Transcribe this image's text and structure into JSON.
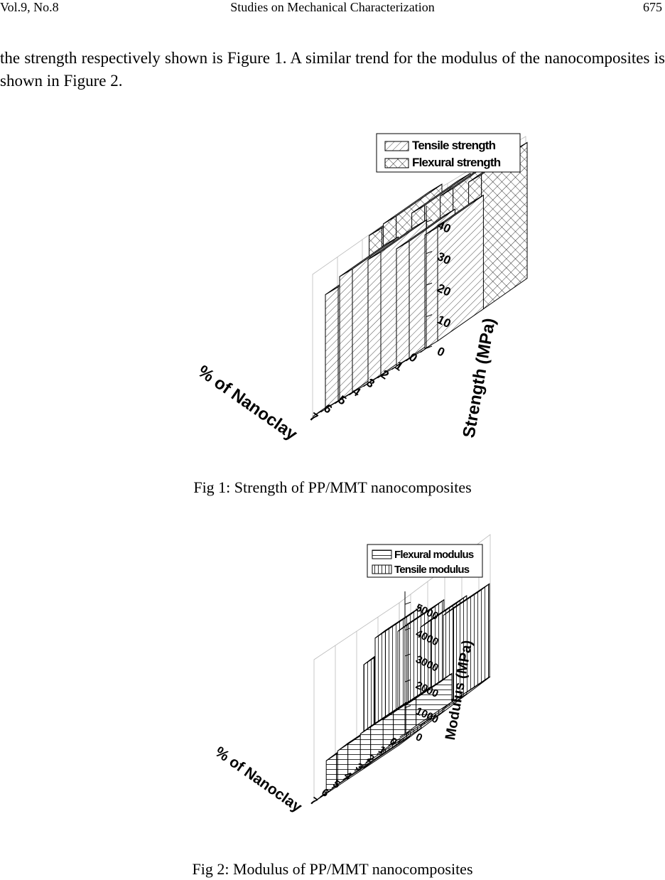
{
  "header": {
    "left": "Vol.9, No.8",
    "center": "Studies on Mechanical Characterization",
    "right": "675"
  },
  "body_text": "the strength respectively shown is Figure 1. A similar trend for the modulus of the nanocomposites is shown in Figure 2.",
  "captions": {
    "fig1": "Fig 1: Strength of PP/MMT nanocomposites",
    "fig2": "Fig 2: Modulus of PP/MMT nanocomposites"
  },
  "colors": {
    "ink": "#000000",
    "top_face": "#c8c8c8",
    "grid": "#bbbbbb"
  },
  "chart_data": [
    {
      "type": "bar",
      "subtype": "3d-bar",
      "title": "",
      "xlabel": "% of Nanoclay",
      "ylabel": "Strength (MPa)",
      "categories": [
        "0",
        "1",
        "2",
        "3",
        "4",
        "5",
        "6",
        "7"
      ],
      "x_tick_labels": [
        "0",
        "1",
        "2",
        "3",
        "4",
        "5",
        "6",
        "7"
      ],
      "y_tick_labels": [
        "0",
        "10",
        "20",
        "30",
        "40"
      ],
      "ylim": [
        0,
        45
      ],
      "legend_position": "top-right",
      "series": [
        {
          "name": "Tensile strength",
          "pattern": "diagonal hatch",
          "values": [
            36,
            null,
            37,
            null,
            39,
            null,
            39,
            36
          ]
        },
        {
          "name": "Flexural strength",
          "pattern": "cross hatch",
          "values": [
            43,
            null,
            44,
            null,
            44,
            null,
            46,
            45
          ]
        }
      ]
    },
    {
      "type": "bar",
      "subtype": "3d-bar",
      "title": "",
      "xlabel": "% of Nanoclay",
      "ylabel": "Modulus (MPa)",
      "categories": [
        "0",
        "1",
        "2",
        "3",
        "4",
        "5",
        "6",
        "7"
      ],
      "x_tick_labels": [
        "0",
        "1",
        "2",
        "3",
        "4",
        "5",
        "6",
        "7"
      ],
      "y_tick_labels": [
        "0",
        "1000",
        "2000",
        "3000",
        "4000",
        "5000"
      ],
      "ylim": [
        0,
        5500
      ],
      "legend_position": "top-right",
      "series": [
        {
          "name": "Flexural modulus",
          "pattern": "horizontal lines",
          "values": [
            1100,
            null,
            1200,
            null,
            1300,
            null,
            1300,
            1250
          ]
        },
        {
          "name": "Tensile modulus",
          "pattern": "vertical lines",
          "values": [
            3600,
            null,
            3800,
            null,
            4300,
            null,
            4700,
            4000
          ]
        }
      ]
    }
  ]
}
